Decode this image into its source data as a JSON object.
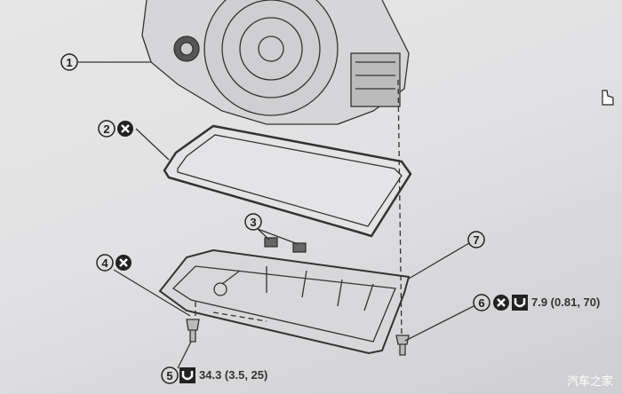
{
  "callouts": [
    {
      "number": "1"
    },
    {
      "number": "2",
      "no_reuse": true
    },
    {
      "number": "3"
    },
    {
      "number": "4",
      "no_reuse": true
    },
    {
      "number": "5",
      "torque": "34.3 (3.5, 25)"
    },
    {
      "number": "6",
      "no_reuse": true,
      "torque": "7.9 (0.81, 70)"
    },
    {
      "number": "7"
    }
  ],
  "icons": [
    "no-reuse-x-icon",
    "torque-wrench-icon",
    "hand-cursor-icon"
  ],
  "watermark": "汽车之家",
  "colors": {
    "line": "#333333",
    "bg": "#e2e2e4"
  }
}
